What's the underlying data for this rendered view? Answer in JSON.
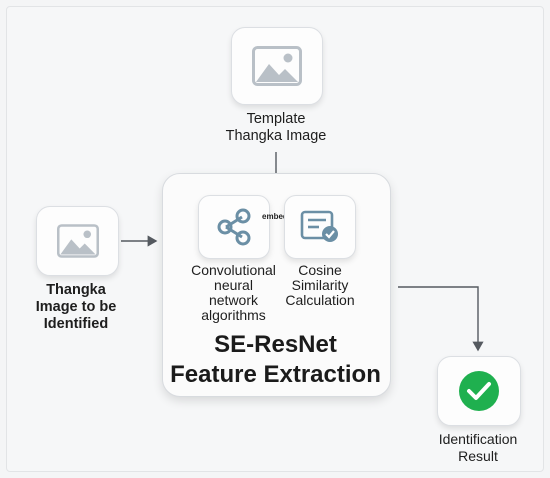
{
  "nodes": {
    "template": {
      "label": "Template\nThangka Image",
      "icon": "image-icon"
    },
    "query": {
      "label": "Thangka\nImage to be\nIdentified",
      "icon": "image-icon"
    },
    "cnn": {
      "label": "Convolutional\nneural\nnetwork\nalgorithms",
      "icon": "share-network-icon"
    },
    "cosine": {
      "label": "Cosine\nSimilarity\nCalculation",
      "icon": "document-check-icon"
    },
    "module": {
      "title": "SE-ResNet\nFeature Extraction"
    },
    "result": {
      "label": "Identification\nResult",
      "icon": "check-circle-icon"
    }
  },
  "edges": {
    "embed_label": "embed"
  },
  "colors": {
    "icon_gray": "#b9c0c7",
    "icon_blue": "#6b8fa5",
    "success_green": "#1fb04f",
    "arrow": "#555a60"
  }
}
